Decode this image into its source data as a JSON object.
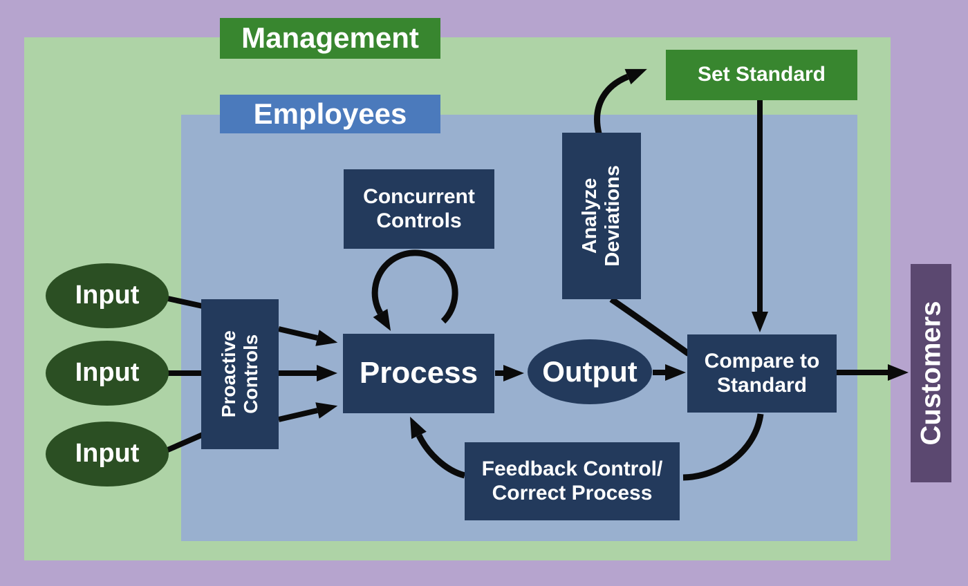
{
  "regions": {
    "management": {
      "label": "Management"
    },
    "employees": {
      "label": "Employees"
    }
  },
  "nodes": {
    "input1": {
      "label": "Input"
    },
    "input2": {
      "label": "Input"
    },
    "input3": {
      "label": "Input"
    },
    "proactive": {
      "line1": "Proactive",
      "line2": "Controls"
    },
    "concurrent": {
      "line1": "Concurrent",
      "line2": "Controls"
    },
    "process": {
      "label": "Process"
    },
    "output": {
      "label": "Output"
    },
    "analyze": {
      "line1": "Analyze",
      "line2": "Deviations"
    },
    "set_standard": {
      "label": "Set Standard"
    },
    "compare": {
      "line1": "Compare to",
      "line2": "Standard"
    },
    "feedback": {
      "line1": "Feedback Control/",
      "line2": "Correct Process"
    },
    "customers": {
      "label": "Customers"
    }
  },
  "connections": [
    {
      "from": "input-1",
      "to": "proactive-controls"
    },
    {
      "from": "input-2",
      "to": "proactive-controls"
    },
    {
      "from": "input-3",
      "to": "proactive-controls"
    },
    {
      "from": "proactive-controls",
      "to": "process"
    },
    {
      "from": "proactive-controls",
      "to": "process"
    },
    {
      "from": "proactive-controls",
      "to": "process"
    },
    {
      "from": "process",
      "to": "concurrent-controls-loop"
    },
    {
      "from": "concurrent-controls-loop",
      "to": "process"
    },
    {
      "from": "process",
      "to": "output"
    },
    {
      "from": "output",
      "to": "compare-to-standard"
    },
    {
      "from": "compare-to-standard",
      "to": "customers"
    },
    {
      "from": "compare-to-standard",
      "to": "analyze-deviations"
    },
    {
      "from": "analyze-deviations",
      "to": "set-standard"
    },
    {
      "from": "set-standard",
      "to": "compare-to-standard"
    },
    {
      "from": "compare-to-standard",
      "to": "feedback-control"
    },
    {
      "from": "feedback-control",
      "to": "process"
    }
  ],
  "colors": {
    "background": "#b6a4ce",
    "area_green": "#aed3a6",
    "area_blue": "#99b0cf",
    "management_green": "#38862f",
    "employees_blue": "#4b7abc",
    "navy": "#233a5c",
    "input_green": "#2b4f23",
    "customers_purple": "#5b4870",
    "arrow": "#0a0a0a",
    "text": "#ffffff"
  }
}
